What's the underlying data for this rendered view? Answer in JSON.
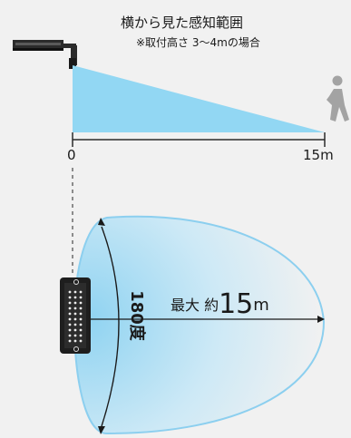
{
  "title": "横から見た感知範囲",
  "subtitle": "※取付高さ 3～4mの場合",
  "side_view": {
    "start_label": "0",
    "end_label": "15m"
  },
  "top_view": {
    "range_prefix": "最大 約",
    "range_value": "15",
    "range_unit": "m",
    "angle_label": "180度"
  },
  "colors": {
    "detection_fill": "#92d7f3",
    "outline": "#8ccfef",
    "background": "#f1f1f1"
  }
}
